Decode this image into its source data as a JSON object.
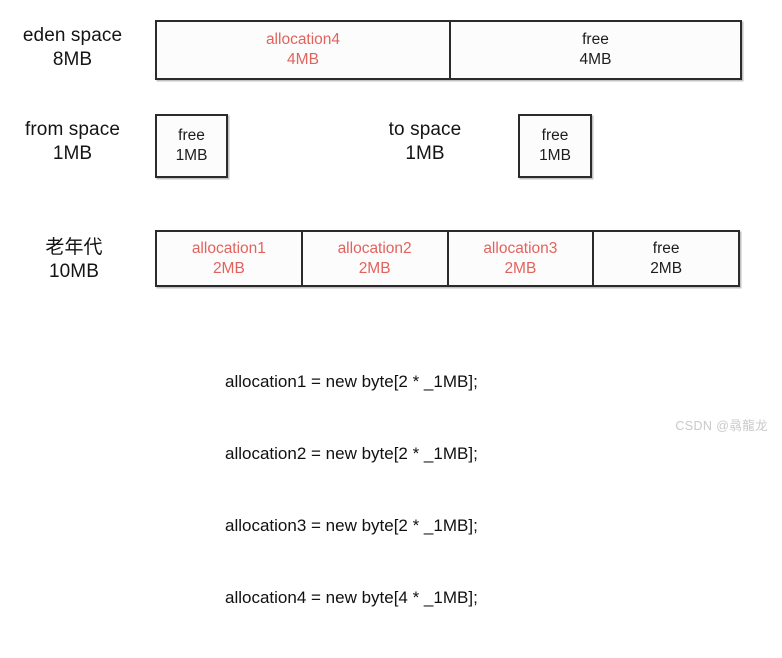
{
  "meta": {
    "title": "JVM Heap Memory Layout Diagram",
    "background_color": "#ffffff",
    "alloc_text_color": "#e2635d",
    "free_text_color": "#1d1d1d",
    "border_color": "#2b2b2b"
  },
  "rows": [
    {
      "id": "eden-space",
      "label_line1": "eden space",
      "label_line2": "8MB",
      "cells": [
        {
          "name": "allocation4",
          "size": "4MB",
          "kind": "allocated"
        },
        {
          "name": "free",
          "size": "4MB",
          "kind": "free"
        }
      ]
    },
    {
      "id": "from-space",
      "label_line1": "from space",
      "label_line2": "1MB",
      "cells": [
        {
          "name": "free",
          "size": "1MB",
          "kind": "free"
        }
      ]
    },
    {
      "id": "to-space",
      "label_line1": "to space",
      "label_line2": "1MB",
      "cells": [
        {
          "name": "free",
          "size": "1MB",
          "kind": "free"
        }
      ]
    },
    {
      "id": "old-generation",
      "label_line1": "老年代",
      "label_line2": "10MB",
      "cells": [
        {
          "name": "allocation1",
          "size": "2MB",
          "kind": "allocated"
        },
        {
          "name": "allocation2",
          "size": "2MB",
          "kind": "allocated"
        },
        {
          "name": "allocation3",
          "size": "2MB",
          "kind": "allocated"
        },
        {
          "name": "free",
          "size": "2MB",
          "kind": "free"
        }
      ]
    }
  ],
  "code": {
    "lines": [
      "allocation1 = new byte[2 * _1MB];",
      "allocation2 = new byte[2 * _1MB];",
      "allocation3 = new byte[2 * _1MB];",
      "allocation4 = new byte[4 * _1MB];"
    ]
  },
  "watermark": {
    "text": "CSDN @骉龍龙"
  }
}
